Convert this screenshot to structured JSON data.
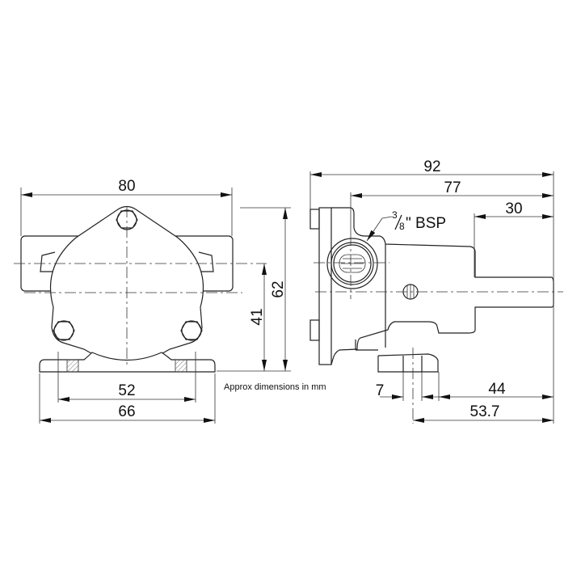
{
  "front_view": {
    "width_overall": "80",
    "height_overall": "62",
    "shaft_center_height": "41",
    "mount_hole_spacing": "52",
    "base_width": "66"
  },
  "side_view": {
    "length_overall": "92",
    "port_to_shaft_end": "77",
    "shaft_length": "30",
    "port_label_numerator": "3",
    "port_label_denominator": "8",
    "port_label_suffix": "\" BSP",
    "mount_slot": "7",
    "foot_to_shaft_end": "44",
    "hole_to_shaft_end": "53.7"
  },
  "note": "Approx dimensions in mm"
}
